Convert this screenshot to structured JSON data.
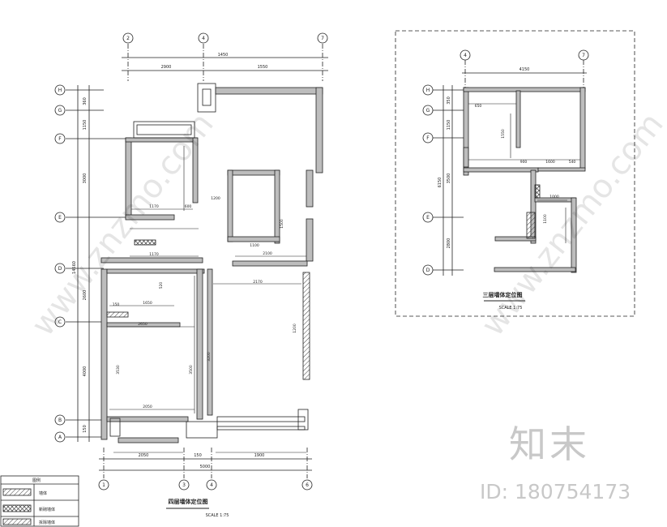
{
  "left_plan": {
    "grid_top": [
      "2",
      "4",
      "7"
    ],
    "grid_bottom": [
      "1",
      "3",
      "4",
      "6"
    ],
    "grid_left": [
      "H",
      "G",
      "F",
      "E",
      "D",
      "C",
      "B",
      "A"
    ],
    "dims_top_row1": [
      "1450"
    ],
    "dims_top_row2": [
      "2900",
      "1550"
    ],
    "dims_bottom_row1": [
      "2050",
      "150",
      "1900"
    ],
    "dims_bottom_row2": [
      "5000"
    ],
    "dims_left": [
      "360",
      "1150",
      "3000",
      "2600",
      "4000",
      "150"
    ],
    "dims_left_total": "14560",
    "room_dims": [
      "1170",
      "1170",
      "600",
      "1200",
      "1100",
      "1500",
      "2100",
      "2170",
      "1650",
      "2650",
      "2050",
      "1200",
      "520",
      "150",
      "3530",
      "3500",
      "3200"
    ],
    "title": "四层墙体定位图",
    "scale": "SCALE  1:75"
  },
  "right_plan": {
    "grid_top": [
      "4",
      "7"
    ],
    "grid_left": [
      "H",
      "G",
      "F",
      "E",
      "D"
    ],
    "dims_top": [
      "4150"
    ],
    "dims_left": [
      "350",
      "1150",
      "3500",
      "2800"
    ],
    "dims_left_total": "6150",
    "room_dims": [
      "650",
      "1550",
      "1600",
      "900",
      "1000",
      "1100",
      "540"
    ],
    "title": "三层墙体定位图",
    "scale": "SCALE  1:75"
  },
  "legend": {
    "header": "图例",
    "items": [
      "墙体",
      "新砌墙体",
      "拆除墙体"
    ]
  },
  "watermark": {
    "logo": "知末",
    "id": "ID: 180754173",
    "site": "www.znzmo.com"
  },
  "colors": {
    "line": "#222222",
    "wall_fill": "#bdbdbd",
    "watermark": "#c8c8c8"
  }
}
